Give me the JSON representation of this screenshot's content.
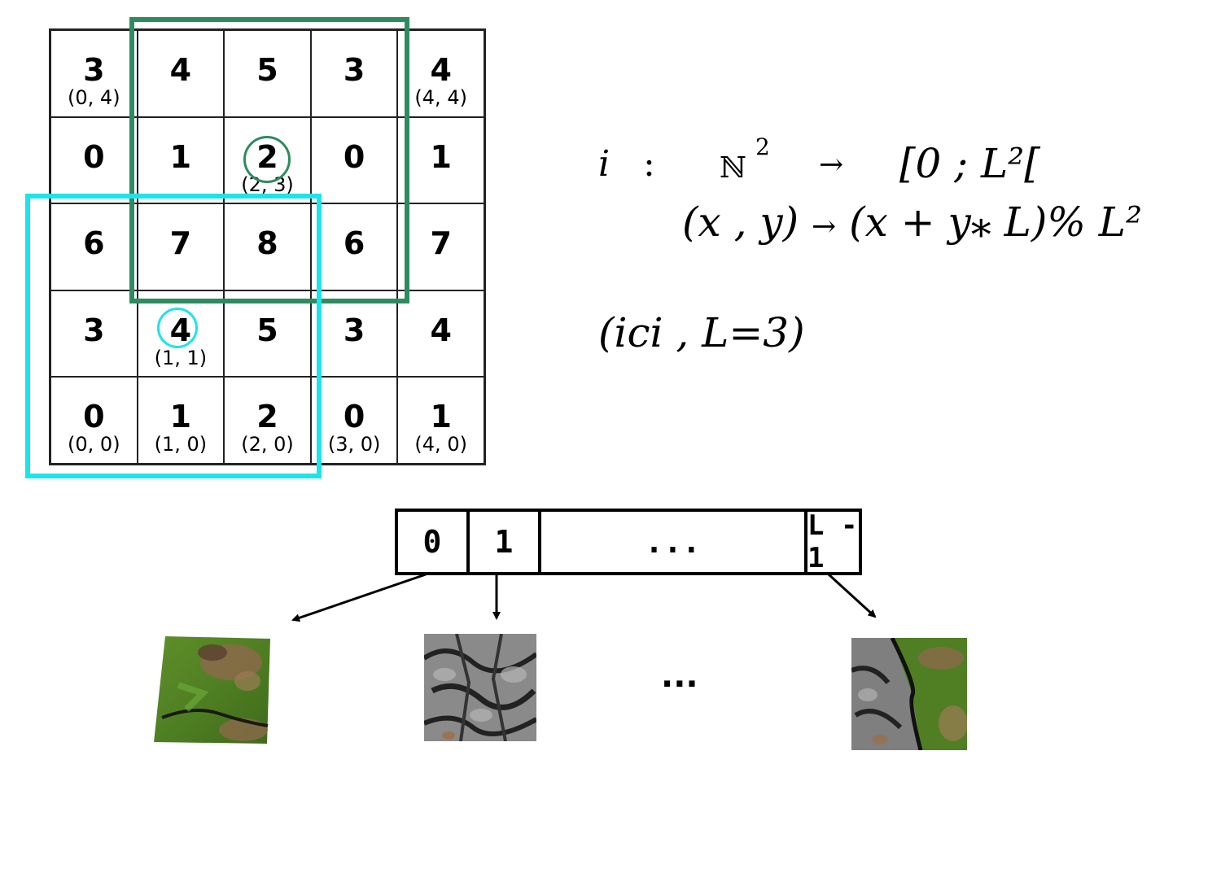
{
  "grid": {
    "rows": [
      [
        {
          "v": "3",
          "c": "(0, 4)"
        },
        {
          "v": "4",
          "c": ""
        },
        {
          "v": "5",
          "c": ""
        },
        {
          "v": "3",
          "c": ""
        },
        {
          "v": "4",
          "c": "(4, 4)"
        }
      ],
      [
        {
          "v": "0",
          "c": ""
        },
        {
          "v": "1",
          "c": ""
        },
        {
          "v": "2",
          "c": "(2, 3)"
        },
        {
          "v": "0",
          "c": ""
        },
        {
          "v": "1",
          "c": ""
        }
      ],
      [
        {
          "v": "6",
          "c": ""
        },
        {
          "v": "7",
          "c": ""
        },
        {
          "v": "8",
          "c": ""
        },
        {
          "v": "6",
          "c": ""
        },
        {
          "v": "7",
          "c": ""
        }
      ],
      [
        {
          "v": "3",
          "c": ""
        },
        {
          "v": "4",
          "c": "(1, 1)"
        },
        {
          "v": "5",
          "c": ""
        },
        {
          "v": "3",
          "c": ""
        },
        {
          "v": "4",
          "c": ""
        }
      ],
      [
        {
          "v": "0",
          "c": "(0, 0)"
        },
        {
          "v": "1",
          "c": "(1, 0)"
        },
        {
          "v": "2",
          "c": "(2, 0)"
        },
        {
          "v": "0",
          "c": "(3, 0)"
        },
        {
          "v": "1",
          "c": "(4, 0)"
        }
      ]
    ]
  },
  "colors": {
    "green_window": "#2e8b5f",
    "cyan_window": "#1de4ea",
    "grid_line": "#222222"
  },
  "formula": {
    "i": "i",
    "colon": ":",
    "domain": "ℕ",
    "domain_exp": "2",
    "arrow": "→",
    "codomain": "[0 ; L²[",
    "mapping_left": "(x , y)",
    "mapping_arrow": "→",
    "mapping_right": "(x + y⁎ L)% L²",
    "note": "(ici , L=3)"
  },
  "array": {
    "slots": [
      "0",
      "1",
      "...",
      "L - 1"
    ]
  },
  "tiles": {
    "dots": "..."
  }
}
